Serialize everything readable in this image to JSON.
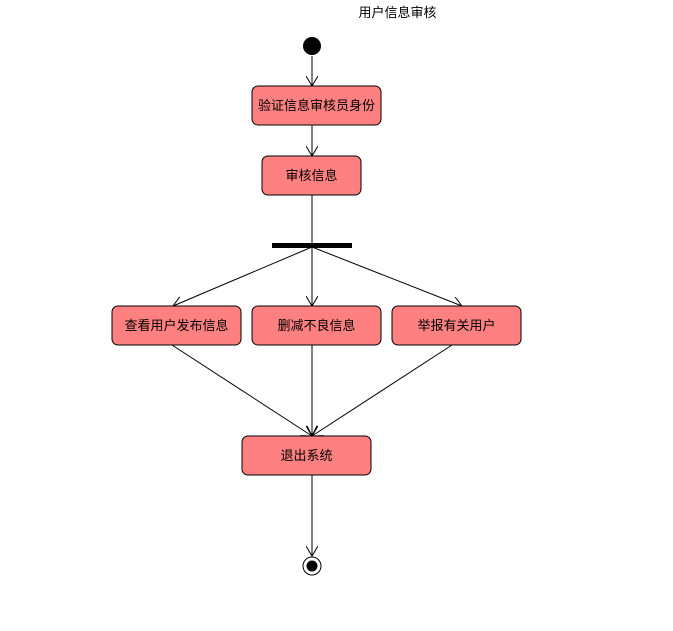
{
  "diagram": {
    "title": "用户信息审核",
    "activities": {
      "verify": "验证信息审核员身份",
      "review": "审核信息",
      "view": "查看用户发布信息",
      "delete": "删减不良信息",
      "report": "举报有关用户",
      "exit": "退出系统"
    }
  },
  "colors": {
    "activity_fill": "#ff8080",
    "stroke": "#000000"
  }
}
